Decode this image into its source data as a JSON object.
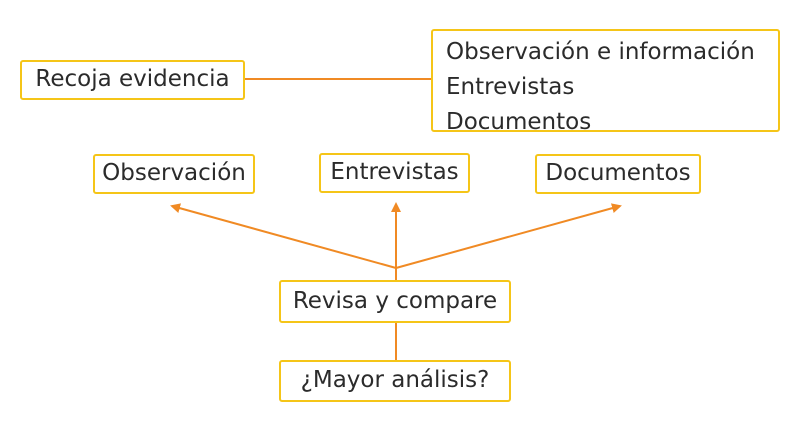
{
  "diagram": {
    "collect_box": {
      "label": "Recoja evidencia"
    },
    "evidence_list": {
      "items": [
        "Observación e información",
        "Entrevistas",
        "Documentos"
      ]
    },
    "sources": [
      "Observación",
      "Entrevistas",
      "Documentos"
    ],
    "review_box": {
      "label": "Revisa y compare"
    },
    "analysis_box": {
      "label": "¿Mayor análisis?"
    },
    "colors": {
      "box_border": "#f5c518",
      "connector": "#f08a24",
      "text": "#2b2b2b"
    }
  }
}
